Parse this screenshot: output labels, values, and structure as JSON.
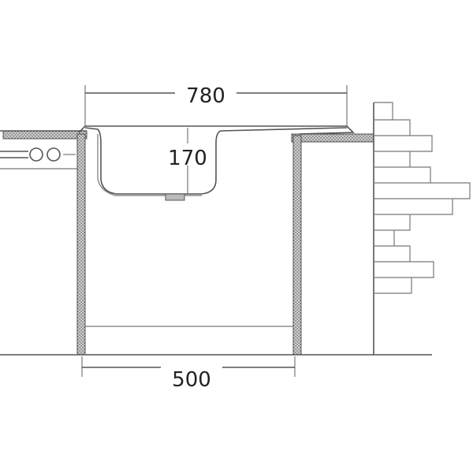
{
  "dimensions": {
    "width_top": "780",
    "depth_bowl": "170",
    "width_cabinet": "500"
  },
  "colors": {
    "line": "#555555",
    "hatch": "#8a8a8a",
    "background": "#ffffff"
  },
  "icons": {
    "pipe": "pipe-connector-icon"
  }
}
